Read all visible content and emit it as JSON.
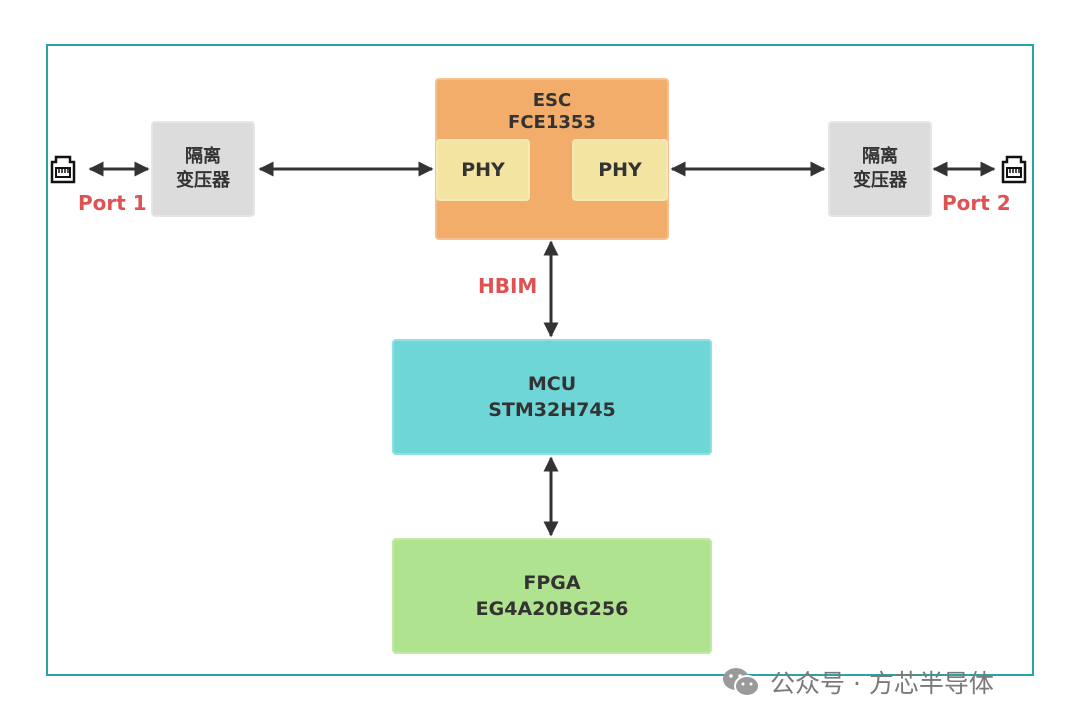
{
  "diagram": {
    "esc": {
      "title": "ESC",
      "part": "FCE1353"
    },
    "phy_left": {
      "label": "PHY"
    },
    "phy_right": {
      "label": "PHY"
    },
    "transformer_left": {
      "line1": "隔离",
      "line2": "变压器"
    },
    "transformer_right": {
      "line1": "隔离",
      "line2": "变压器"
    },
    "port1": {
      "label": "Port 1"
    },
    "port2": {
      "label": "Port 2"
    },
    "bus_label": "HBIM",
    "mcu": {
      "title": "MCU",
      "part": "STM32H745"
    },
    "fpga": {
      "title": "FPGA",
      "part": "EG4A20BG256"
    },
    "colors": {
      "frame": "#2aa3a6",
      "esc": "#f2ad6b",
      "phy": "#f3e4a2",
      "transformer": "#dcdcdc",
      "mcu": "#6fd6d8",
      "fpga": "#b0e38f",
      "label_red": "#e05252",
      "arrow": "#333333"
    }
  },
  "watermark": {
    "text": "公众号 · 方芯半导体",
    "icon": "wechat-icon"
  }
}
